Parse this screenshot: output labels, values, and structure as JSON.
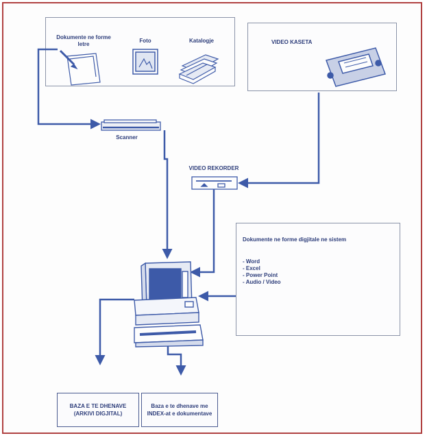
{
  "sources": {
    "documents_label": "Dokumente ne forme letre",
    "photo_label": "Foto",
    "catalog_label": "Katalogje"
  },
  "video_cassette": {
    "label": "VIDEO KASETA"
  },
  "scanner": {
    "label": "Scanner"
  },
  "video_recorder": {
    "label": "VIDEO REKORDER"
  },
  "digital_docs": {
    "title": "Dokumente ne forme digjitale ne sistem",
    "items": [
      "- Word",
      "- Excel",
      "- Power Point",
      "- Audio / Video"
    ]
  },
  "outputs": {
    "archive_label": "BAZA E TE DHENAVE\n(ARKIVI DIGJITAL)",
    "index_label": "Baza e te dhenave me INDEX-at e dokumentave"
  },
  "colors": {
    "line": "#3d5aa8",
    "text": "#2d3d7a",
    "frame": "#b04040"
  },
  "icons": [
    "pencil-document-icon",
    "photo-icon",
    "catalog-icon",
    "video-cassette-icon",
    "scanner-icon",
    "video-recorder-icon",
    "computer-icon"
  ]
}
